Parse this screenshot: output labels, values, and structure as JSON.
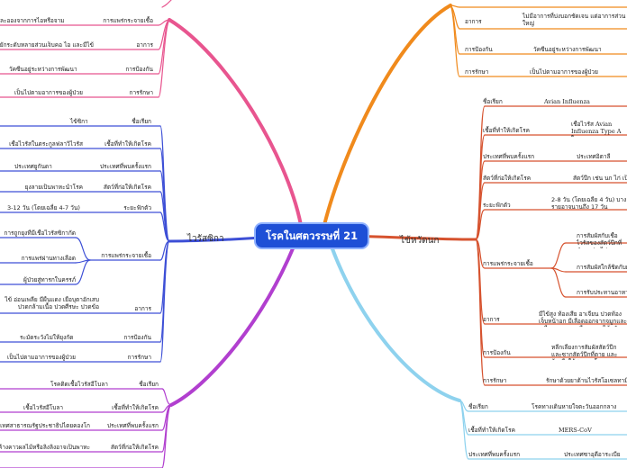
{
  "root": {
    "title": "โรคในศตวรรษที่ 21"
  },
  "colors": {
    "center": "#1e4fd6",
    "pink": "#e8558f",
    "orange": "#f08a1c",
    "red": "#d6522e",
    "blue": "#3d4fd6",
    "lightblue": "#8ed2ee",
    "purple": "#b13fcf"
  },
  "branches": {
    "tl": {
      "items": [
        {
          "label": "การแพร่กระจายเชื้อ",
          "value": "ละอองจากการไอหรือจาม"
        },
        {
          "label": "อาการ",
          "value": "ไข้สูงมากยักระดับหลายส่วนเจ็บคอ ไอ และมีไข้"
        },
        {
          "label": "การป้องกัน",
          "value": "วัคซีนอยู่ระหว่างการพัฒนา"
        },
        {
          "label": "การรักษา",
          "value": "เป็นไปตามอาการของผู้ป่วย"
        }
      ]
    },
    "tr": {
      "items": [
        {
          "label": "อาการ",
          "value": "ไม่มีอาการที่บ่งบอกชัดเจน แต่อาการส่วนใหญ่"
        },
        {
          "label": "การป้องกัน",
          "value": "วัคซีนอยู่ระหว่างการพัฒนา"
        },
        {
          "label": "การรักษา",
          "value": "เป็นไปตามอาการของผู้ป่วย"
        }
      ]
    },
    "zika": {
      "name": "ไวรัสซิกา",
      "items": [
        {
          "label": "ชื่อเรียก",
          "value": "ไข้ซิกา"
        },
        {
          "label": "เชื้อที่ทำให้เกิดโรค",
          "value": "เชื้อไวรัสในตระกูลฟลาวิไวรัส"
        },
        {
          "label": "ประเทศที่พบครั้งแรก",
          "value": "ประเทศยูกันดา"
        },
        {
          "label": "สัตว์ที่ก่อให้เกิดโรค",
          "value": "ยุงลายเป็นพาหะนำโรค"
        },
        {
          "label": "ระยะฟักตัว",
          "value": "3-12 วัน (โดยเฉลี่ย 4-7 วัน)"
        },
        {
          "label": "การแพร่กระจายเชื้อ",
          "subs": [
            "การถูกยุงที่มีเชื้อไวรัสซิกากัด",
            "การแพร่ผ่านทางเลือด",
            "ผู้ป่วยสู่ทารกในครรภ์"
          ]
        },
        {
          "label": "อาการ",
          "value": "ไข้ อ่อนเพลีย มีผื่นแดง เยื่อบุตาอักเสบ ปวดกล้ามเนื้อ ปวดศีรษะ ปวดข้อ"
        },
        {
          "label": "การป้องกัน",
          "value": "ระมัดระวังไม่ให้ยุงกัด"
        },
        {
          "label": "การรักษา",
          "value": "เป็นไปตามอาการของผู้ป่วย"
        }
      ]
    },
    "bird": {
      "name": "ไข้หวัดนก",
      "items": [
        {
          "label": "ชื่อเรียก",
          "value": "Avian Influenza"
        },
        {
          "label": "เชื้อที่ทำให้เกิดโรค",
          "value": "เชื้อไวรัส Avian Influenza Type A ในตระกูล Orthomyxoviridae"
        },
        {
          "label": "ประเทศที่พบครั้งแรก",
          "value": "ประเทศอิตาลี"
        },
        {
          "label": "สัตว์ที่ก่อให้เกิดโรค",
          "value": "สัตว์ปีก เช่น นก ไก่ เป็ด"
        },
        {
          "label": "ระยะฟักตัว",
          "value": "2-8 วัน (โดยเฉลี่ย 4 วัน) บางรายอาจนานถึง 17 วัน"
        },
        {
          "label": "การแพร่กระจายเชื้อ",
          "subs": [
            "การสัมผัสกับเชื้อไวรัสของสัตว์ปีกที่ป่วย เช่น ไก่และเป็ด",
            "การสัมผัสใกล้ชิดกับผู้ป่วย",
            "การรับประทานอาหารที่ไม่สุก"
          ]
        },
        {
          "label": "อาการ",
          "value": "มีไข้สูง ท้องเสีย อาเจียน ปวดท้อง เจ็บหน้าอก มีเลือดออกจากจมูกและเหงือก ตาแดง หรืออาการไข้หวัดใหญ่ทั่วไป"
        },
        {
          "label": "การป้องกัน",
          "value": "หลีกเลี่ยงการสัมผัสสัตว์ปีกและซากสัตว์ปีกที่ตาย และล้างมือให้สะอาด โดยตรง"
        },
        {
          "label": "การรักษา",
          "value": "รักษาด้วยยาต้านไวรัสโอเซลทามิเวียร์"
        }
      ]
    },
    "bl": {
      "items": [
        {
          "label": "ชื่อเรียก",
          "value": "โรคติดเชื้อไวรัสอีโบลา"
        },
        {
          "label": "เชื้อที่ทำให้เกิดโรค",
          "value": "เชื้อไวรัสอีโบลา"
        },
        {
          "label": "ประเทศที่พบครั้งแรก",
          "value": "ประเทศสาธารณรัฐประชาธิปไตยคองโก"
        },
        {
          "label": "สัตว์ที่ก่อให้เกิดโรค",
          "value": "ค้างคาวผลไม้หรือลิงลิงอาจเป็นพาหะ"
        }
      ]
    },
    "br": {
      "items": [
        {
          "label": "ชื่อเรียก",
          "value": "โรคทางเดินหายใจตะวันออกกลาง"
        },
        {
          "label": "เชื้อที่ทำให้เกิดโรค",
          "value": "MERS-CoV"
        },
        {
          "label": "ประเทศที่พบครั้งแรก",
          "value": "ประเทศซาอุดีอาระเบีย"
        }
      ]
    }
  }
}
